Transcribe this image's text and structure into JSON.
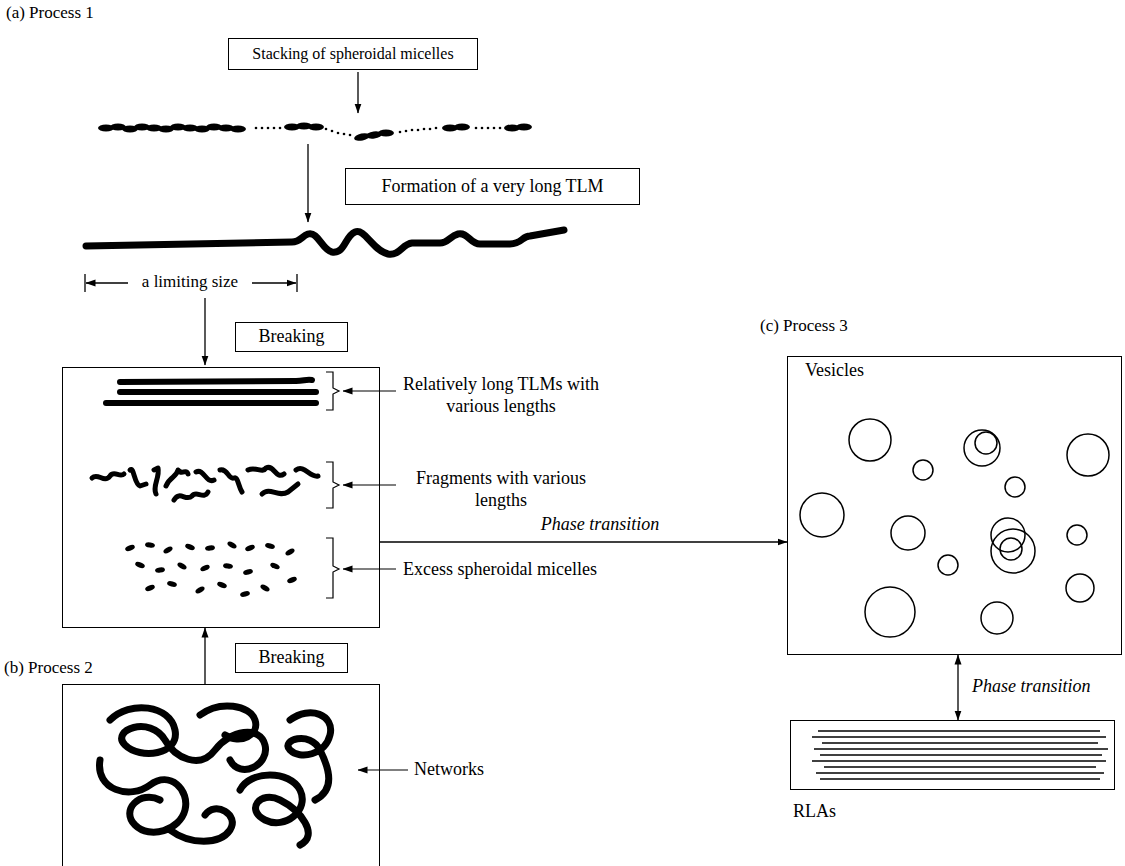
{
  "diagram": {
    "nodes": [
      {
        "text": [
          "Stacking of spheroidal micelles"
        ]
      },
      {
        "text": [
          "Formation of a very long TLM"
        ]
      },
      {
        "text": [
          "Breaking"
        ]
      },
      {
        "text": [
          "Relatively long TLMs with various lengths",
          "Fragments with various lengths",
          "Excess spheroidal micelles"
        ]
      },
      {
        "text": [
          "Breaking"
        ]
      },
      {
        "text": [
          "Networks"
        ]
      },
      {
        "text": [
          "Vesicles"
        ]
      },
      {
        "text": [
          "RLAs"
        ]
      }
    ],
    "edges": [
      {
        "from": 5,
        "to": 3,
        "arrow": "to"
      },
      {
        "from": 3,
        "to": 6,
        "arrow": "to",
        "label": "Phase transition"
      },
      {
        "from": 6,
        "to": 7,
        "arrow": "both",
        "label": "Phase transition"
      }
    ],
    "labels": [
      "(a) Process 1",
      "a limiting size",
      "(b) Process 2",
      "(c) Process 3"
    ]
  }
}
